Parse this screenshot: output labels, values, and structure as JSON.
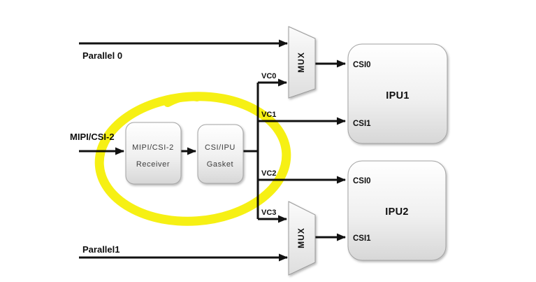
{
  "colors": {
    "background": "#ffffff",
    "line": "#121212",
    "highlighter": "#f6ef00",
    "box_fill_top": "#ffffff",
    "box_fill_bottom": "#d7d7d7",
    "box_border": "#a3a3a3"
  },
  "inputs": {
    "parallel0": "Parallel 0",
    "mipi_csi2": "MIPI/CSI-2",
    "parallel1": "Parallel1"
  },
  "channels": [
    "VC0",
    "VC1",
    "VC2",
    "VC3"
  ],
  "receiver": {
    "line1": "MIPI/CSI-2",
    "line2": "Receiver"
  },
  "gasket": {
    "line1": "CSI/IPU",
    "line2": "Gasket"
  },
  "mux_top": {
    "label": "MUX"
  },
  "mux_bottom": {
    "label": "MUX"
  },
  "ipu1": {
    "title": "IPU1",
    "csi0": "CSI0",
    "csi1": "CSI1"
  },
  "ipu2": {
    "title": "IPU2",
    "csi0": "CSI0",
    "csi1": "CSI1"
  }
}
